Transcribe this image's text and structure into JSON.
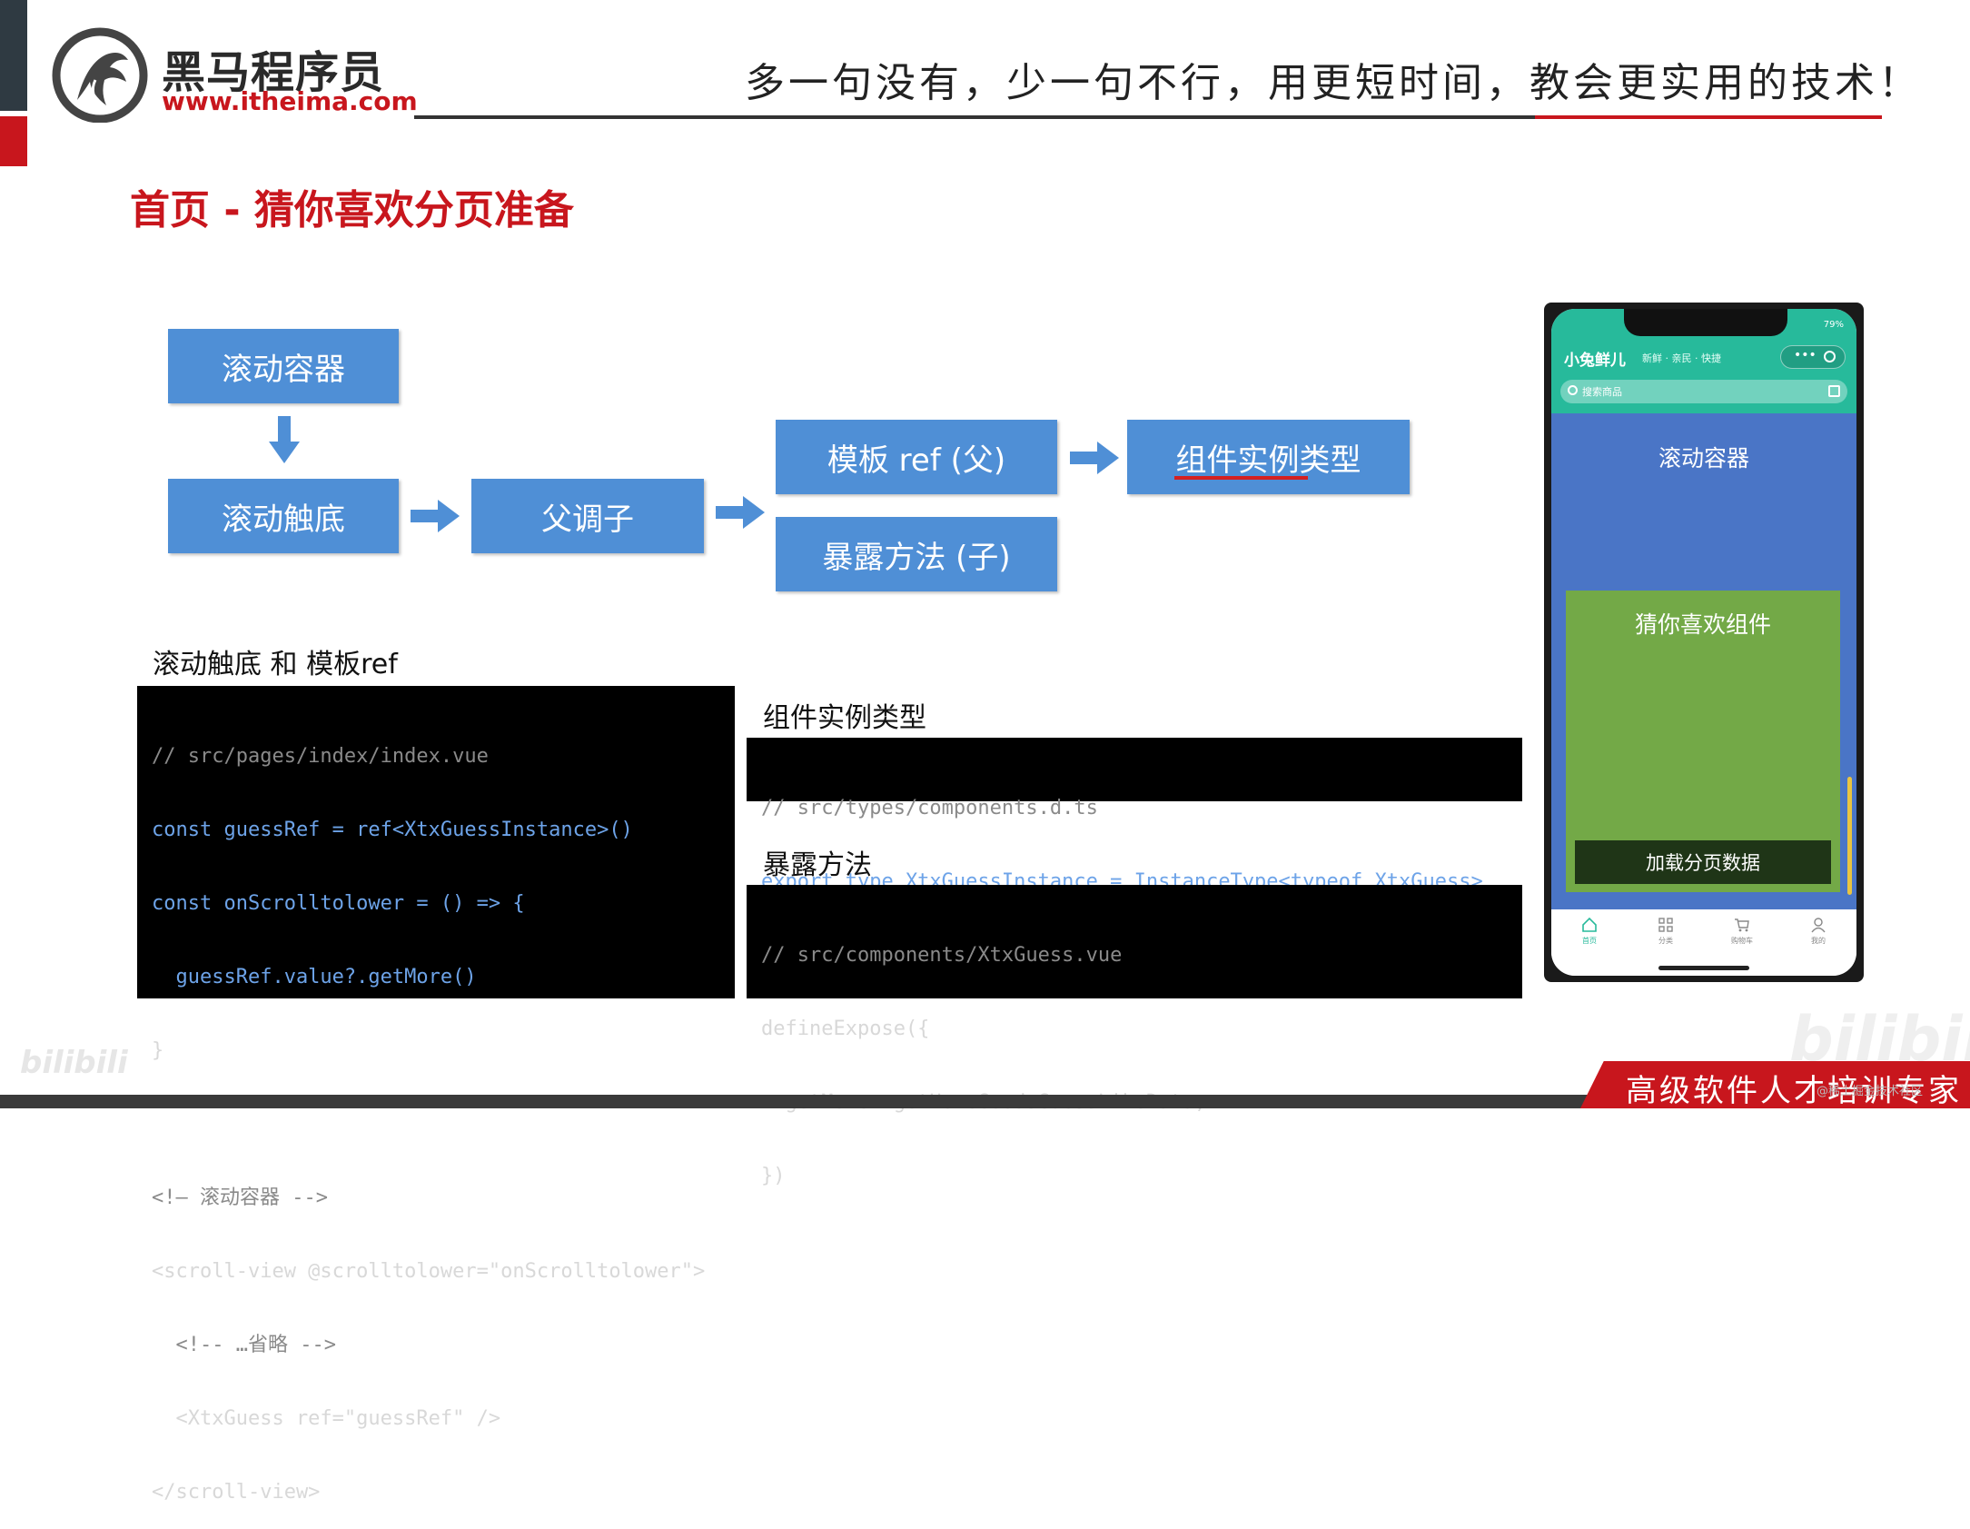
{
  "header": {
    "brand_name": "黑马程序员",
    "brand_url": "www.itheima.com",
    "slogan": "多一句没有，少一句不行，用更短时间，教会更实用的技术！"
  },
  "page_title": "首页 - 猜你喜欢分页准备",
  "flow": {
    "scroll_container": "滚动容器",
    "scroll_bottom": "滚动触底",
    "parent_calls_child": "父调子",
    "template_ref": "模板 ref (父)",
    "expose_method": "暴露方法 (子)",
    "instance_type": "组件实例类型"
  },
  "sections": {
    "scroll_and_ref": {
      "label": "滚动触底 和 模板ref",
      "lines": [
        "// src/pages/index/index.vue",
        "const guessRef = ref<XtxGuessInstance>()",
        "const onScrolltolower = () => {",
        "  guessRef.value?.getMore()",
        "}",
        "",
        "<!— 滚动容器 -->",
        "<scroll-view @scrolltolower=\"onScrolltolower\">",
        "  <!-- …省略 -->",
        "  <XtxGuess ref=\"guessRef\" />",
        "</scroll-view>"
      ]
    },
    "instance_type": {
      "label": "组件实例类型",
      "lines": [
        "// src/types/components.d.ts",
        "export type XtxGuessInstance = InstanceType<typeof XtxGuess>"
      ]
    },
    "expose": {
      "label": "暴露方法",
      "lines": [
        "// src/components/XtxGuess.vue",
        "defineExpose({",
        "  getMore: getHomeGoodsGuessLikeData,",
        "})"
      ]
    }
  },
  "phone": {
    "status": "79%",
    "brand": "小兔鲜儿",
    "nav": "新鲜 · 亲民 · 快捷",
    "search_placeholder": "搜索商品",
    "scroll_label": "滚动容器",
    "guess_label": "猜你喜欢组件",
    "load_button": "加载分页数据",
    "tabs": [
      "首页",
      "分类",
      "购物车",
      "我的"
    ]
  },
  "footer": {
    "slogan": "高级软件人才培训专家",
    "watermark": "bilibili",
    "credit": "@稀土掘金技术社区"
  },
  "colors": {
    "brand_red": "#c8161d",
    "flow_blue": "#4f8fd6",
    "phone_green": "#27ba9b",
    "scroll_blue": "#4a75c6",
    "guess_green": "#73a947"
  }
}
